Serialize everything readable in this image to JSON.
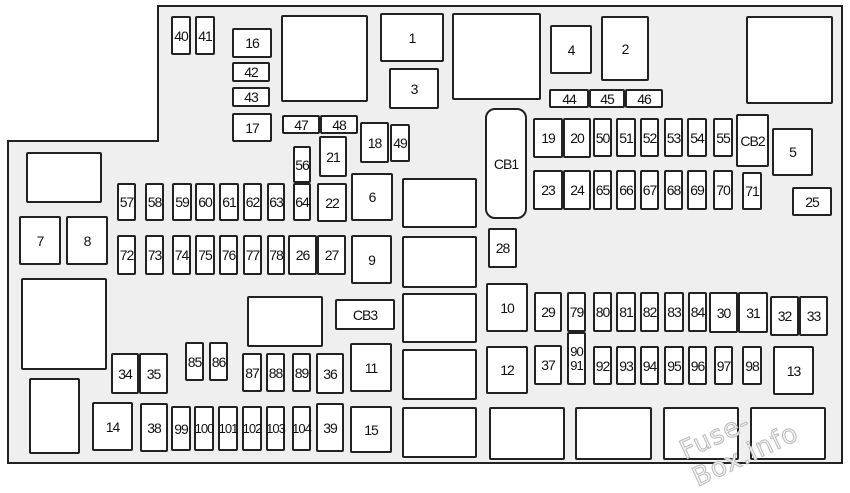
{
  "fuses": [
    {
      "label": "40"
    },
    {
      "label": "41"
    },
    {
      "label": "16"
    },
    {
      "label": "42"
    },
    {
      "label": "43"
    },
    {
      "label": "17"
    },
    {
      "label": ""
    },
    {
      "label": "1"
    },
    {
      "label": "3"
    },
    {
      "label": "47"
    },
    {
      "label": "48"
    },
    {
      "label": "18"
    },
    {
      "label": "49"
    },
    {
      "label": "21"
    },
    {
      "label": "56"
    },
    {
      "label": "64"
    },
    {
      "label": "22"
    },
    {
      "label": "6"
    },
    {
      "label": "57"
    },
    {
      "label": "58"
    },
    {
      "label": "59"
    },
    {
      "label": "60"
    },
    {
      "label": "61"
    },
    {
      "label": "62"
    },
    {
      "label": "63"
    },
    {
      "label": ""
    },
    {
      "label": "7"
    },
    {
      "label": "8"
    },
    {
      "label": "72"
    },
    {
      "label": "73"
    },
    {
      "label": "74"
    },
    {
      "label": "75"
    },
    {
      "label": "76"
    },
    {
      "label": "77"
    },
    {
      "label": "78"
    },
    {
      "label": "26"
    },
    {
      "label": "27"
    },
    {
      "label": "9"
    },
    {
      "label": ""
    },
    {
      "label": ""
    },
    {
      "label": ""
    },
    {
      "label": ""
    },
    {
      "label": ""
    },
    {
      "label": ""
    },
    {
      "label": "14"
    },
    {
      "label": ""
    },
    {
      "label": "34"
    },
    {
      "label": "35"
    },
    {
      "label": "85"
    },
    {
      "label": "86"
    },
    {
      "label": ""
    },
    {
      "label": "CB3"
    },
    {
      "label": "87"
    },
    {
      "label": "88"
    },
    {
      "label": "89"
    },
    {
      "label": "36"
    },
    {
      "label": "11"
    },
    {
      "label": "15"
    },
    {
      "label": "38"
    },
    {
      "label": "99"
    },
    {
      "label": "100"
    },
    {
      "label": "101"
    },
    {
      "label": "102"
    },
    {
      "label": "103"
    },
    {
      "label": "104"
    },
    {
      "label": "39"
    },
    {
      "label": ""
    },
    {
      "label": "4"
    },
    {
      "label": "2"
    },
    {
      "label": "44"
    },
    {
      "label": "45"
    },
    {
      "label": "46"
    },
    {
      "label": "CB1"
    },
    {
      "label": "19"
    },
    {
      "label": "20"
    },
    {
      "label": "50"
    },
    {
      "label": "51"
    },
    {
      "label": "52"
    },
    {
      "label": "53"
    },
    {
      "label": "54"
    },
    {
      "label": "55"
    },
    {
      "label": "CB2"
    },
    {
      "label": "5"
    },
    {
      "label": ""
    },
    {
      "label": "23"
    },
    {
      "label": "24"
    },
    {
      "label": "65"
    },
    {
      "label": "66"
    },
    {
      "label": "67"
    },
    {
      "label": "68"
    },
    {
      "label": "69"
    },
    {
      "label": "70"
    },
    {
      "label": "71"
    },
    {
      "label": "25"
    },
    {
      "label": "28"
    },
    {
      "label": "10"
    },
    {
      "label": "12"
    },
    {
      "label": "29"
    },
    {
      "label": "79"
    },
    {
      "label": "90\n91"
    },
    {
      "label": "80"
    },
    {
      "label": "81"
    },
    {
      "label": "82"
    },
    {
      "label": "83"
    },
    {
      "label": "84"
    },
    {
      "label": "30"
    },
    {
      "label": "31"
    },
    {
      "label": "32"
    },
    {
      "label": "33"
    },
    {
      "label": "37"
    },
    {
      "label": "92"
    },
    {
      "label": "93"
    },
    {
      "label": "94"
    },
    {
      "label": "95"
    },
    {
      "label": "96"
    },
    {
      "label": "97"
    },
    {
      "label": "98"
    },
    {
      "label": "13"
    },
    {
      "label": ""
    },
    {
      "label": ""
    },
    {
      "label": ""
    },
    {
      "label": ""
    }
  ],
  "watermark": "Fuse-Box.info",
  "colors": {
    "panel": "#efefef",
    "fuse": "#ffffff",
    "outline": "#222222"
  }
}
